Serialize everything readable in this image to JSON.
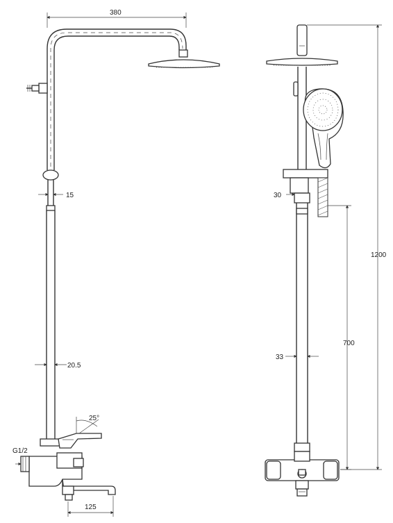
{
  "dimensions": {
    "head_arm_width": "380",
    "pipe_upper_diameter": "15",
    "pipe_lower_diameter": "20.5",
    "lever_angle": "25°",
    "inlet_thread": "G1/2",
    "spout_length": "125",
    "slider_diameter": "30",
    "riser_diameter": "33",
    "handset_height": "700",
    "total_height": "1200"
  },
  "colors": {
    "line": "#333333",
    "background": "#ffffff"
  }
}
